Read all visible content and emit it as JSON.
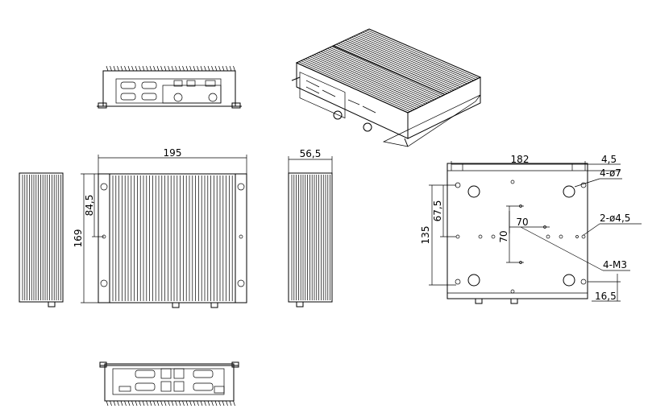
{
  "dimensions": {
    "front_width": "195",
    "front_height": "169",
    "front_mount_height": "84,5",
    "side_depth": "56,5",
    "bottom_width": "182",
    "bottom_edge_offset": "4,5",
    "bottom_corner_holes": "4-ø7",
    "bottom_height": "135",
    "bottom_half_height": "67,5",
    "bottom_center_h": "70",
    "bottom_center_v": "70",
    "bottom_small_holes": "2-ø4,5",
    "bottom_threads": "4-M3",
    "bottom_foot_offset": "16,5"
  }
}
